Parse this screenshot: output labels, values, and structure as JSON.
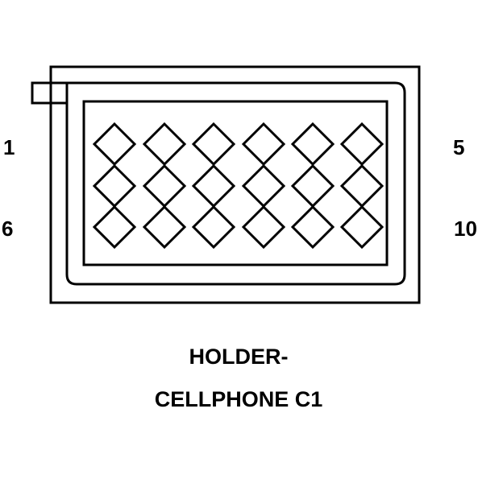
{
  "pin_labels": {
    "top_left": "1",
    "top_right": "5",
    "bottom_left": "6",
    "bottom_right": "10"
  },
  "caption": {
    "line1": "HOLDER-",
    "line2": "CELLPHONE C1"
  },
  "colors": {
    "stroke": "#000000",
    "background": "#ffffff"
  }
}
